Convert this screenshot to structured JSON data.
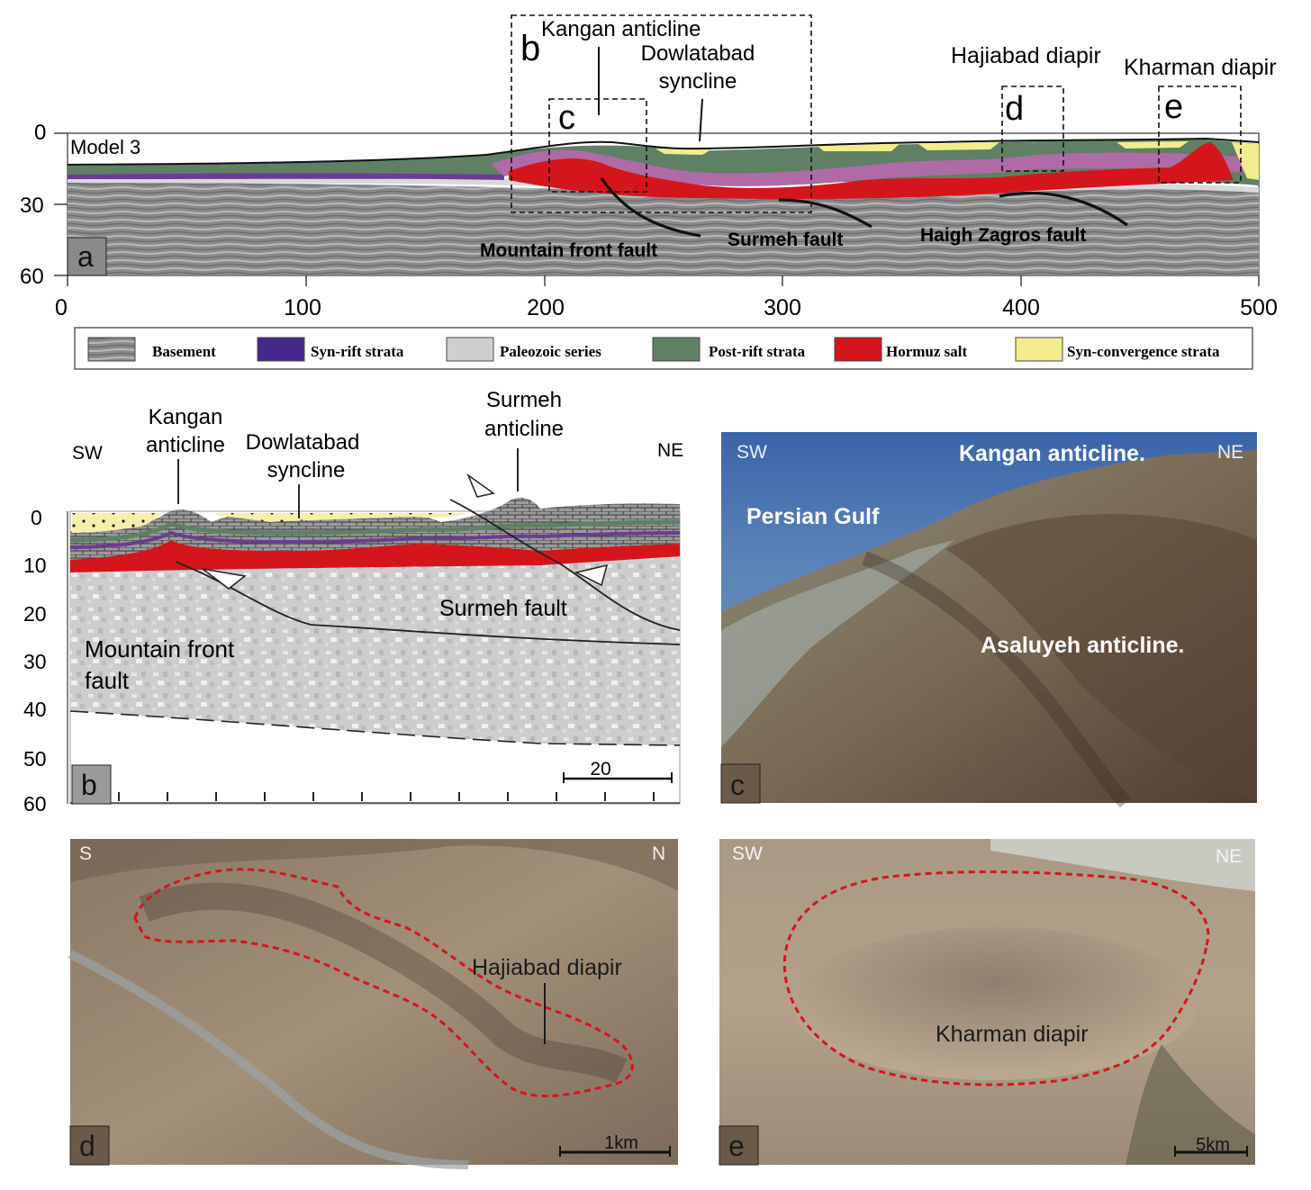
{
  "panel_a": {
    "panel_letter": "a",
    "model_label": "Model 3",
    "y_ticks": [
      "0",
      "30",
      "60"
    ],
    "x_ticks": [
      "0",
      "100",
      "200",
      "300",
      "400",
      "500"
    ],
    "box_labels": {
      "b": "b",
      "c": "c",
      "d": "d",
      "e": "e"
    },
    "callouts": {
      "kangan": "Kangan anticline",
      "dowlatabad_1": "Dowlatabad",
      "dowlatabad_2": "syncline",
      "hajiabad": "Hajiabad diapir",
      "kharman": "Kharman diapir"
    },
    "faults": {
      "mountain_front": "Mountain front fault",
      "surmeh": "Surmeh fault",
      "haigh_zagros": "Haigh Zagros fault"
    }
  },
  "legend": {
    "items": [
      {
        "label": "Basement",
        "color": "#8c8c8c"
      },
      {
        "label": "Syn-rift strata",
        "color": "#46288c"
      },
      {
        "label": "Paleozoic series",
        "color": "#cfcfcf"
      },
      {
        "label": "Post-rift strata",
        "color": "#5f8064"
      },
      {
        "label": "Hormuz salt",
        "color": "#d4161c"
      },
      {
        "label": "Syn-convergence strata",
        "color": "#f2ec8e"
      }
    ]
  },
  "panel_b": {
    "panel_letter": "b",
    "sw": "SW",
    "ne": "NE",
    "labels": {
      "kangan_1": "Kangan",
      "kangan_2": "anticline",
      "dowlatabad_1": "Dowlatabad",
      "dowlatabad_2": "syncline",
      "surmeh_1": "Surmeh",
      "surmeh_2": "anticline",
      "surmeh_fault": "Surmeh fault",
      "mff_1": "Mountain front",
      "mff_2": "fault"
    },
    "y_ticks": [
      "0",
      "10",
      "20",
      "30",
      "40",
      "50",
      "60"
    ],
    "scale": "20"
  },
  "panel_c": {
    "panel_letter": "c",
    "sw": "SW",
    "ne": "NE",
    "labels": {
      "kangan": "Kangan anticline.",
      "gulf": "Persian Gulf",
      "asaluyeh": "Asaluyeh anticline."
    }
  },
  "panel_d": {
    "panel_letter": "d",
    "s": "S",
    "n": "N",
    "label": "Hajiabad diapir",
    "scale": "1km"
  },
  "panel_e": {
    "panel_letter": "e",
    "sw": "SW",
    "ne": "NE",
    "label": "Kharman diapir",
    "scale": "5km"
  }
}
